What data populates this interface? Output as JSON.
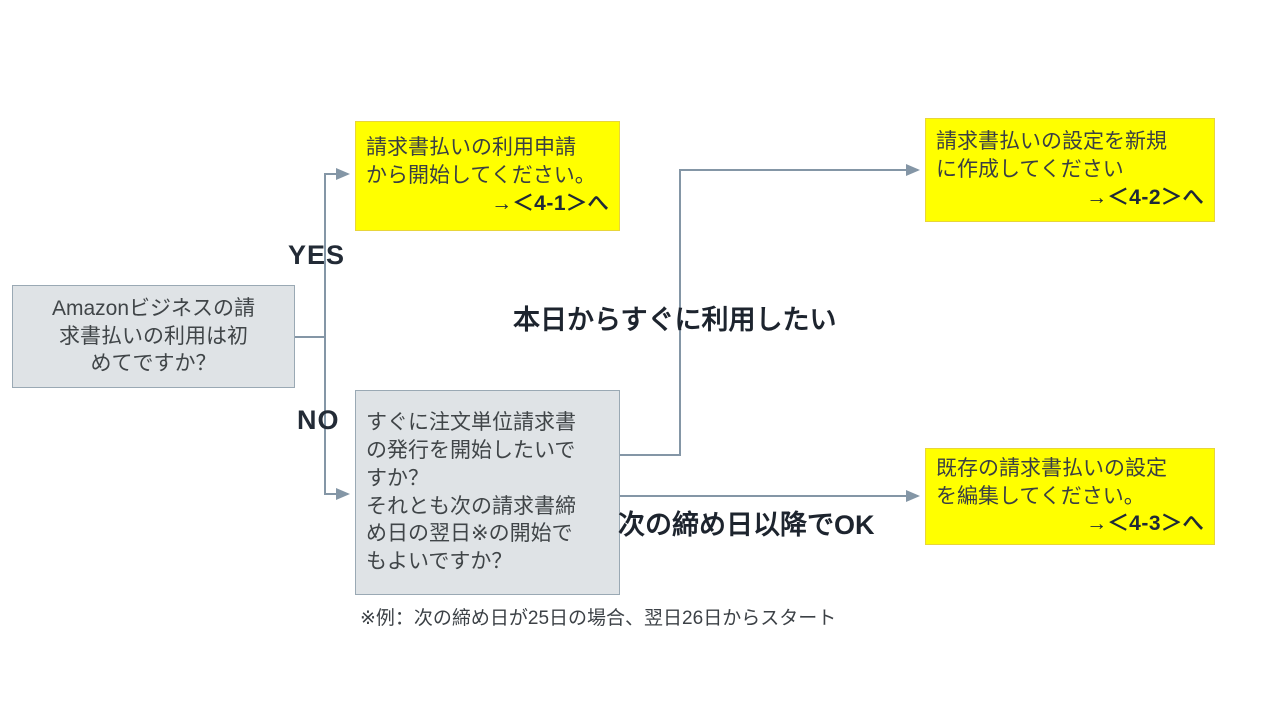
{
  "diagram": {
    "title_note_center": "本日からすぐに利用したい",
    "title_note_bottom": "次の締め日以降でOK",
    "footnote": "※例：次の締め日が25日の場合、翌日26日からスタート",
    "branch_yes": "YES",
    "branch_no": "NO",
    "colors": {
      "decision_fill": "#dfe3e6",
      "decision_border": "#9aa9b4",
      "action_fill": "#ffff00",
      "action_border": "#e8d53a",
      "connector": "#8496a6",
      "text": "#3a3f43"
    },
    "nodes": {
      "start_question": {
        "line1": "Amazonビジネスの請",
        "line2": "求書払いの利用は初",
        "line3": "めてですか？"
      },
      "apply_invoice": {
        "line1": "請求書払いの利用申請",
        "line2": "から開始してください。",
        "ref": "→＜4-1＞へ"
      },
      "second_question": {
        "line1": "すぐに注文単位請求書",
        "line2": "の発行を開始したいで",
        "line3": "すか？",
        "line4": "それとも次の請求書締",
        "line5": "め日の翌日※の開始で",
        "line6": "もよいですか？"
      },
      "create_new_setting": {
        "line1": "請求書払いの設定を新規",
        "line2": "に作成してください",
        "ref": "→＜4-2＞へ"
      },
      "edit_existing_setting": {
        "line1": "既存の請求書払いの設定",
        "line2": "を編集してください。",
        "ref": "→＜4-3＞へ"
      }
    }
  }
}
